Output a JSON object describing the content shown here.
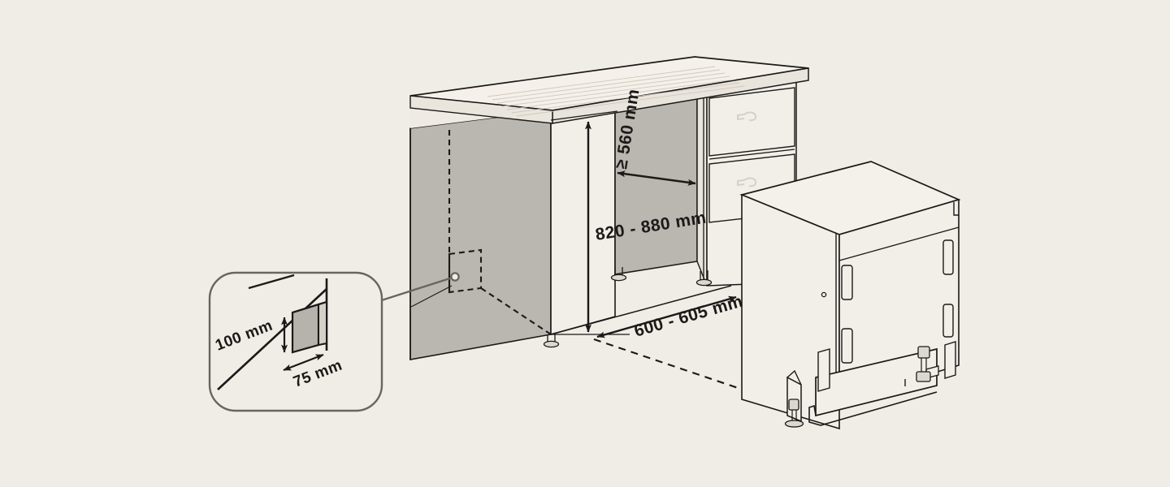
{
  "diagram": {
    "title": "Built-in dishwasher cabinet installation dimensions",
    "type": "isometric-technical-illustration",
    "background_color": "#f0ece6",
    "outline_color": "#1b1a18",
    "panel_fill_color": "#bab6b0",
    "appliance_fill_color": "#f2eee8"
  },
  "dimensions": {
    "niche_width": "≥ 560 mm",
    "niche_height": "820 - 880 mm",
    "niche_depth": "600 - 605 mm",
    "cutout_height": "100 mm",
    "cutout_width": "75 mm"
  },
  "labels": {
    "width_label": "≥ 560 mm",
    "height_label": "820 - 880 mm",
    "depth_label": "600 - 605 mm",
    "detail_height_label": "100 mm",
    "detail_width_label": "75 mm"
  },
  "callout": {
    "name": "rear-wall-cutout-detail",
    "description": "Magnified view of the service cutout in the rear cabinet wall"
  },
  "parts": {
    "countertop": "countertop",
    "cabinet_left_panel": "left-side-panel",
    "cabinet_right_panel": "right-side-panel",
    "rear_wall": "rear-wall",
    "drawer_upper": "upper-drawer",
    "drawer_lower": "lower-drawer",
    "dishwasher": "dishwasher-unit",
    "leveling_feet": "adjustable-leveling-feet",
    "base_plinth": "base-plinth"
  }
}
